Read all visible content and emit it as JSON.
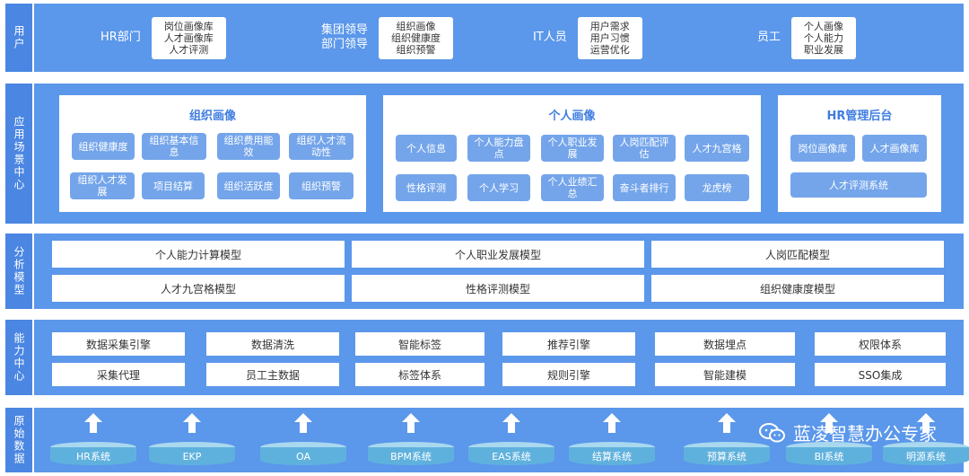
{
  "bands": {
    "users": "用户",
    "scenes": "应用场景中心",
    "models": "分析模型",
    "capability": "能力中心",
    "data": "原始数据"
  },
  "users": [
    {
      "label": "HR部门",
      "items": [
        "岗位画像库",
        "人才画像库",
        "人才评测"
      ]
    },
    {
      "label": "集团领导\n部门领导",
      "items": [
        "组织画像",
        "组织健康度",
        "组织预警"
      ]
    },
    {
      "label": "IT人员",
      "items": [
        "用户需求",
        "用户习惯",
        "运营优化"
      ]
    },
    {
      "label": "员工",
      "items": [
        "个人画像",
        "个人能力",
        "职业发展"
      ]
    }
  ],
  "panels": {
    "org": {
      "title": "组织画像",
      "chips": [
        "组织健康度",
        "组织基本信息",
        "组织费用能效",
        "组织人才流动性",
        "组织人才发展",
        "项目结算",
        "组织活跃度",
        "组织预警"
      ]
    },
    "personal": {
      "title": "个人画像",
      "chips": [
        "个人信息",
        "个人能力盘点",
        "个人职业发展",
        "人岗匹配评估",
        "人才九宫格",
        "性格评测",
        "个人学习",
        "个人业绩汇总",
        "奋斗者排行",
        "龙虎榜"
      ]
    },
    "hr": {
      "title": "HR管理后台",
      "chips": [
        "岗位画像库",
        "人才画像库",
        "人才评测系统"
      ]
    }
  },
  "models": [
    "个人能力计算模型",
    "个人职业发展模型",
    "人岗匹配模型",
    "人才九宫格模型",
    "性格评测模型",
    "组织健康度模型"
  ],
  "capabilities": [
    "数据采集引擎",
    "数据清洗",
    "智能标签",
    "推荐引擎",
    "数据埋点",
    "权限体系",
    "采集代理",
    "员工主数据",
    "标签体系",
    "规则引擎",
    "智能建模",
    "SSO集成"
  ],
  "sources": [
    "HR系统",
    "EKP",
    "OA",
    "BPM系统",
    "EAS系统",
    "结算系统",
    "预算系统",
    "BI系统",
    "明源系统"
  ],
  "watermark": "蓝凌智慧办公专家",
  "colors": {
    "band": "#5b97ea",
    "header": "#4a86e2",
    "chip": "#74a5ea",
    "title": "#3f7de0",
    "cylinder": "#5fb1dd"
  }
}
